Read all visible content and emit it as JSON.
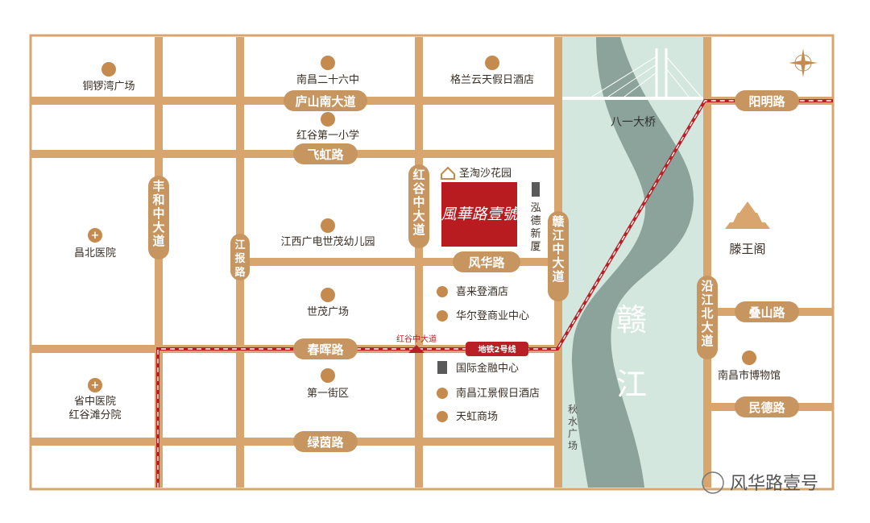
{
  "roads": {
    "lushan_south": "庐山南大道",
    "feihong": "飞虹路",
    "fenghua": "风华路",
    "chunhui": "春晖路",
    "lvyin": "绿茵路",
    "yangming": "阳明路",
    "dieshan": "叠山路",
    "minde": "民德路",
    "fenghe_middle": "丰和中大道",
    "jiangbao": "江报路",
    "honggu_middle": "红谷中大道",
    "ganjiang_middle": "赣江中大道",
    "yanjiang_north": "沿江北大道"
  },
  "pois": {
    "tongluowan": "铜锣湾广场",
    "nanchang26": "南昌二十六中",
    "gelanyun": "格兰云天假日酒店",
    "honggu_primary": "红谷第一小学",
    "shengtao": "圣淘沙花园",
    "hongde": "泓德新厦",
    "changbei": "昌北医院",
    "kindergarten": "江西广电世茂幼儿园",
    "shimao_plaza": "世茂广场",
    "xilaideng": "喜来登酒店",
    "huaerdeng": "华尔登商业中心",
    "ifc": "国际金融中心",
    "jingjia": "南昌江景假日酒店",
    "tianhong": "天虹商场",
    "diyijie": "第一街区",
    "provincial_tcm_1": "省中医院",
    "provincial_tcm_2": "红谷滩分院",
    "tengwang": "滕王阁",
    "museum": "南昌市博物馆"
  },
  "project": "風華路壹號",
  "river": {
    "char1": "赣",
    "char2": "江"
  },
  "bridge": "八一大桥",
  "park": "秋水广场",
  "metro": {
    "line": "地铁2号线",
    "station": "红谷中大道"
  },
  "watermark": "风华路壹号",
  "colors": {
    "road": "#d8a56f",
    "label_bg": "#c7955f",
    "river": "#8ba39a",
    "riverbank": "#cfe4dc",
    "metro": "#b82025",
    "project": "#b81c21",
    "icon": "#c48a4e"
  }
}
